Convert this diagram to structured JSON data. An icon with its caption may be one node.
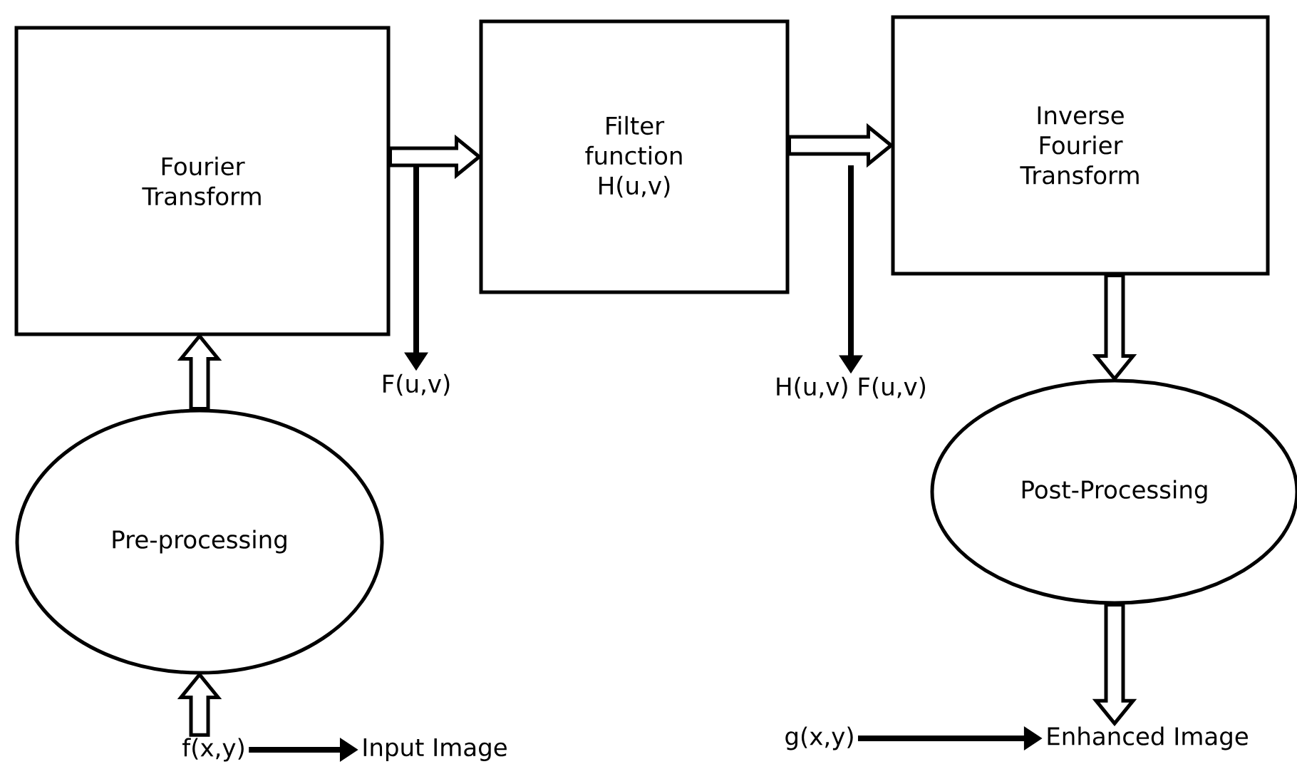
{
  "diagram": {
    "nodes": [
      {
        "text": [
          "Fourier Transform"
        ]
      },
      {
        "text": [
          "Filter function H(u,v)"
        ]
      },
      {
        "text": [
          "Inverse Fourier Transform"
        ]
      },
      {
        "text": [
          "Pre-processing"
        ]
      },
      {
        "text": [
          "Post-Processing"
        ]
      },
      {
        "text": [
          "f(x,y)"
        ]
      },
      {
        "text": [
          "Input Image"
        ]
      },
      {
        "text": [
          "g(x,y)"
        ]
      },
      {
        "text": [
          "Enhanced Image"
        ]
      },
      {
        "text": [
          "F(u,v)"
        ]
      },
      {
        "text": [
          "H(u,v) F(u,v)"
        ]
      }
    ],
    "edges": [
      {
        "from": 5,
        "to": 3,
        "arrow": "to",
        "style": "thick"
      },
      {
        "from": 3,
        "to": 0,
        "arrow": "to",
        "style": "thick"
      },
      {
        "from": 0,
        "to": 1,
        "arrow": "to",
        "style": "thick"
      },
      {
        "from": 1,
        "to": 2,
        "arrow": "to",
        "style": "thick"
      },
      {
        "from": 2,
        "to": 4,
        "arrow": "to",
        "style": "thick"
      },
      {
        "from": 4,
        "to": 8,
        "arrow": "to",
        "style": "thick"
      },
      {
        "from": null,
        "to": 9,
        "arrow": "to",
        "color": "#000000"
      },
      {
        "from": null,
        "to": 10,
        "arrow": "to",
        "color": "#000000"
      },
      {
        "from": 5,
        "to": 6,
        "arrow": "to",
        "color": "#000000"
      },
      {
        "from": 7,
        "to": 8,
        "arrow": "to",
        "color": "#000000"
      }
    ]
  }
}
